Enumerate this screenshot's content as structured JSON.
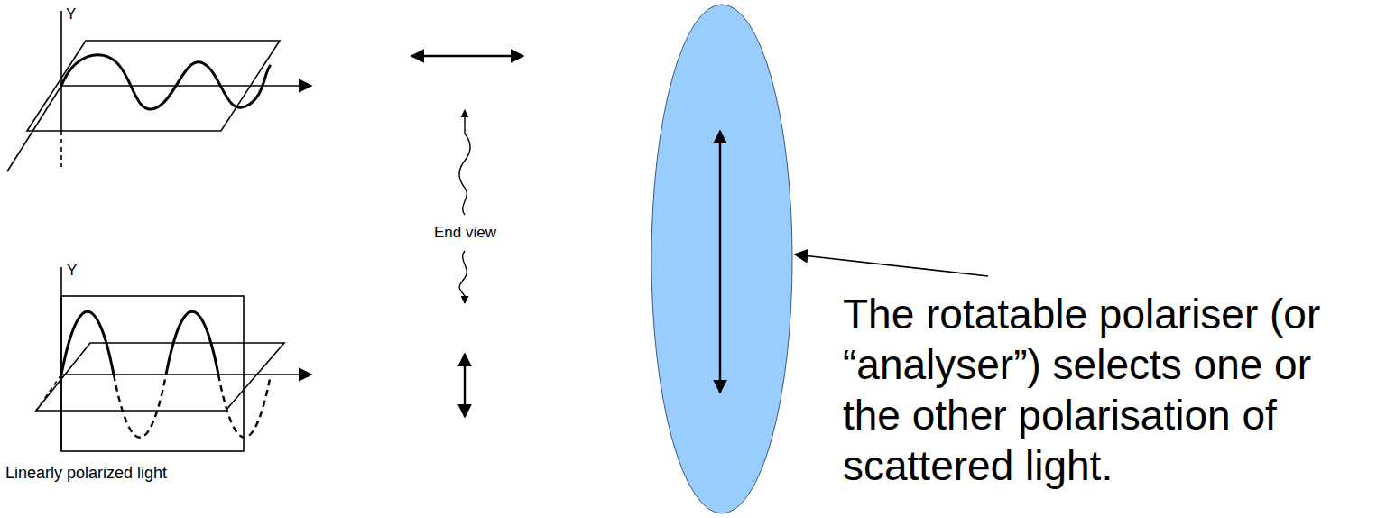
{
  "diagram": {
    "caption": "Linearly polarized light",
    "labels": [
      "Y",
      "End view",
      "Y",
      "The rotatable polariser (or “analyser”) selects one or the other polarisation of scattered light."
    ]
  }
}
